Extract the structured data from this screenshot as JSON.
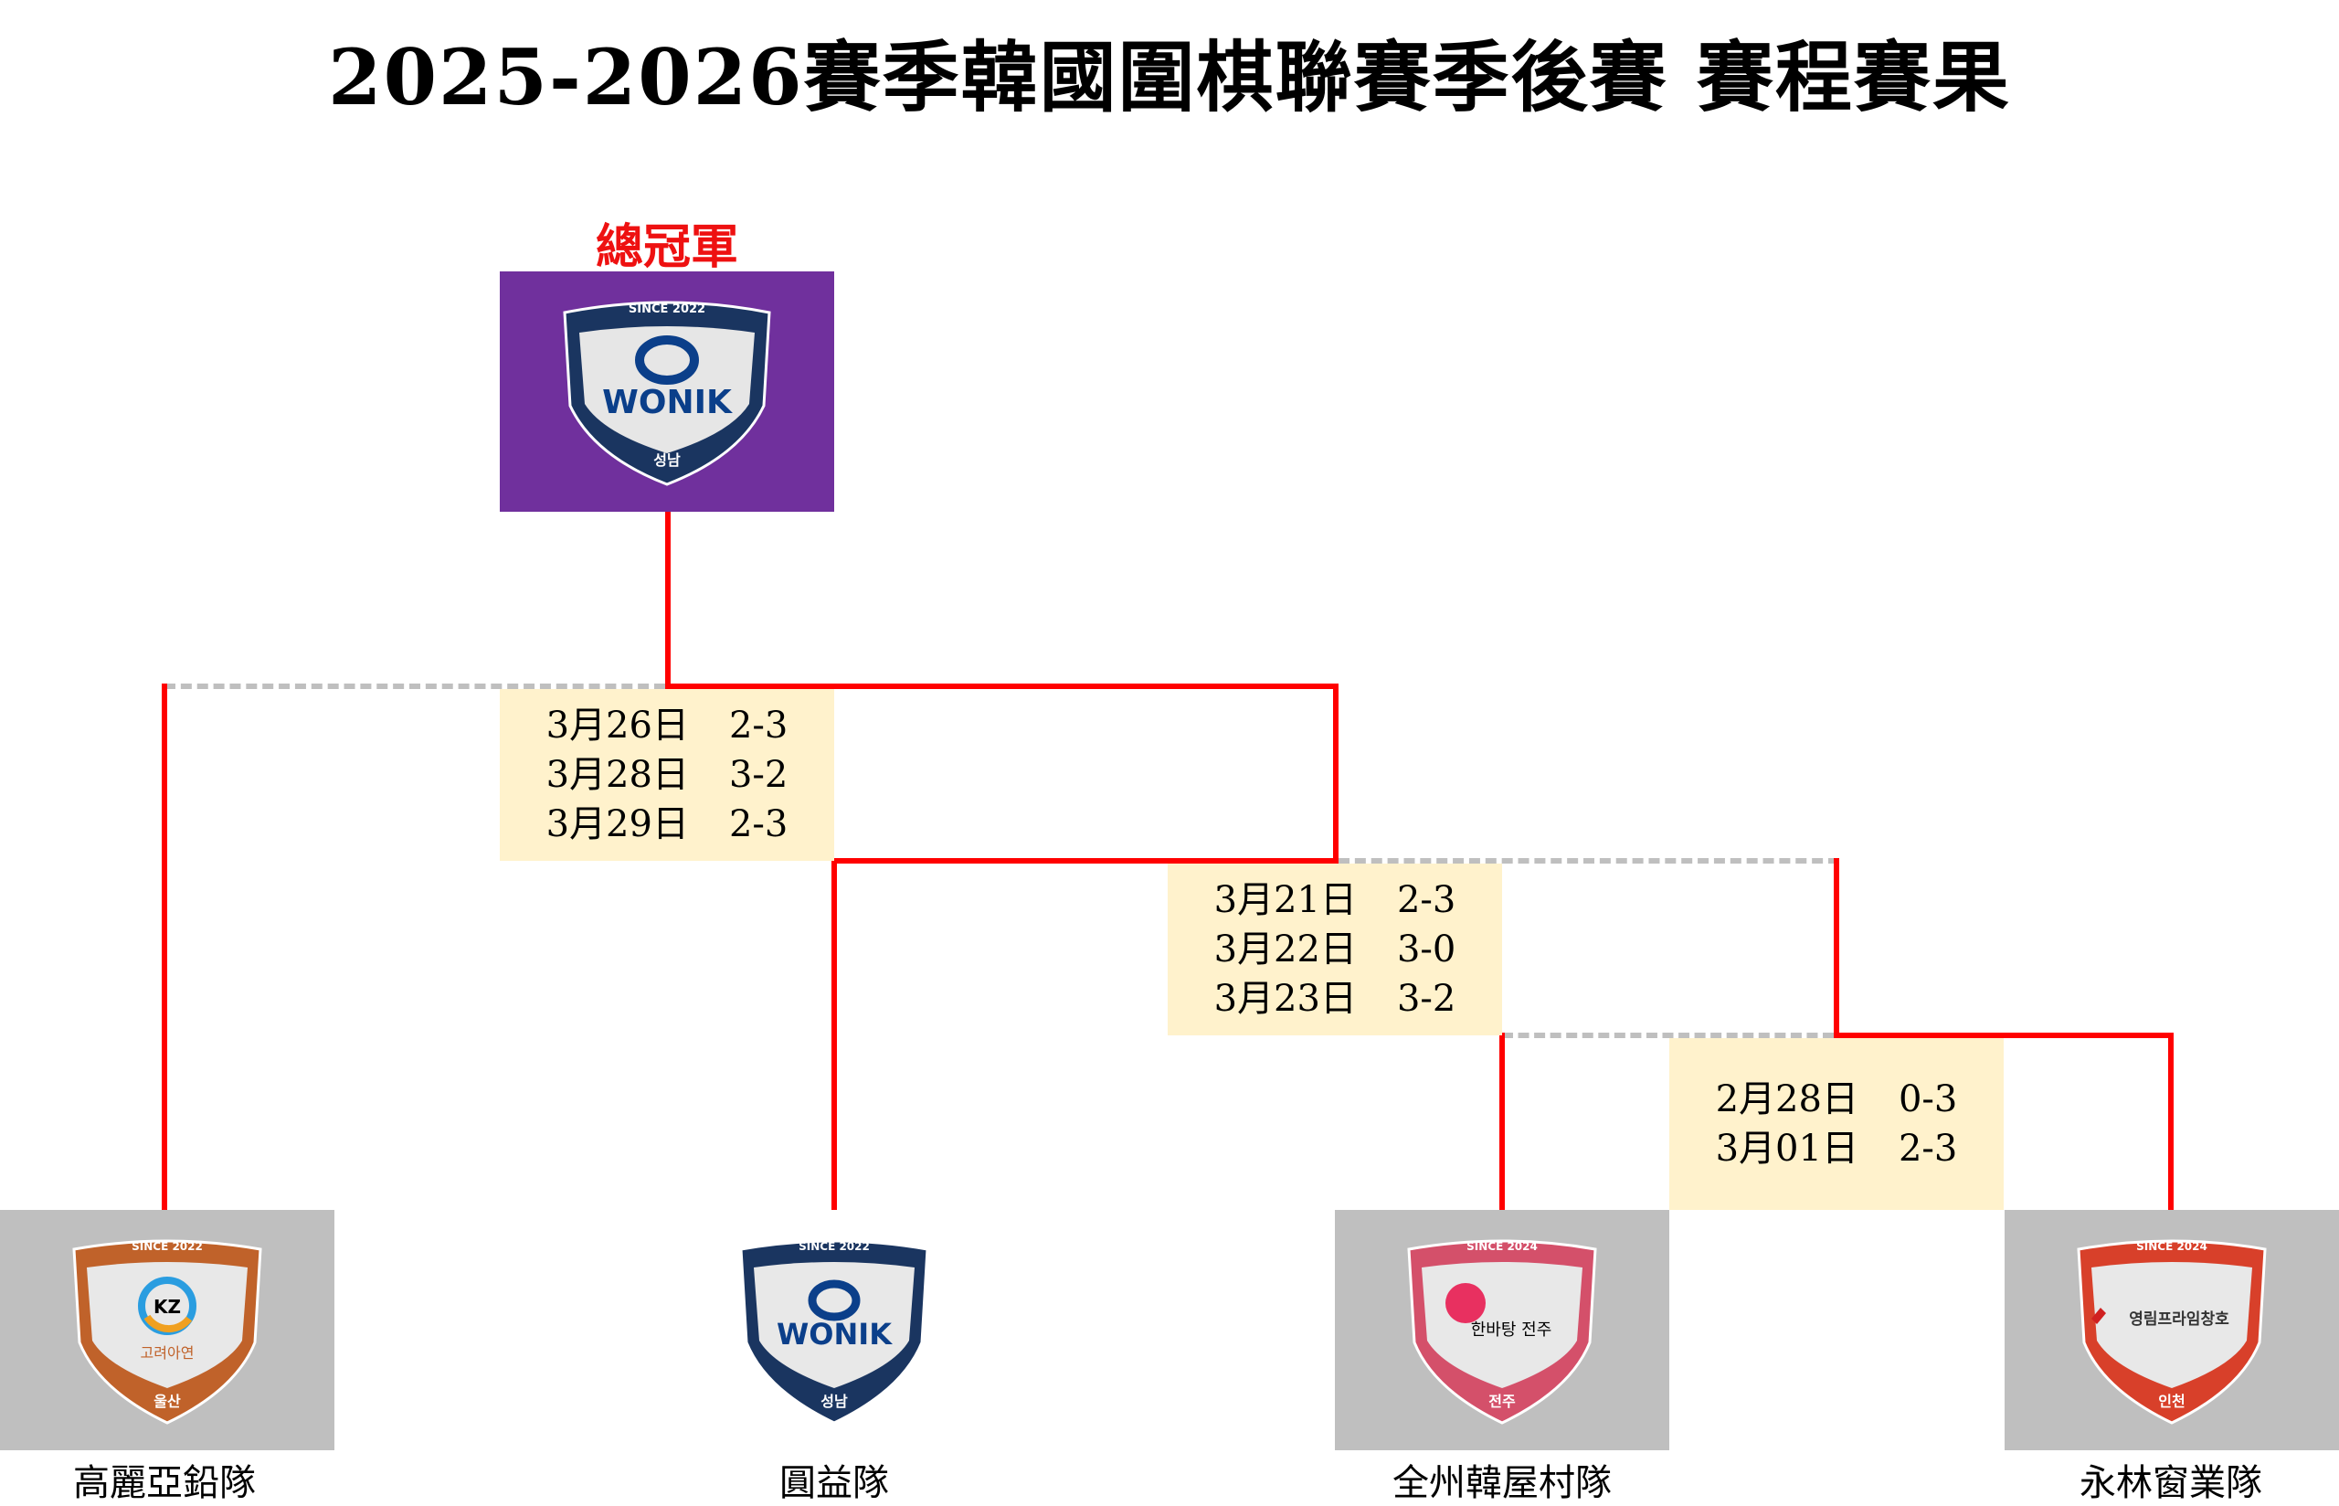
{
  "title": "2025-2026賽季韓國圍棋聯賽季後賽 賽程賽果",
  "champion": {
    "label": "總冠軍",
    "team_logo": {
      "since": "SINCE 2022",
      "name": "WONIK",
      "city": "성남"
    }
  },
  "series": [
    {
      "round": "final",
      "games": [
        {
          "date": "3月26日",
          "score": "2-3"
        },
        {
          "date": "3月28日",
          "score": "3-2"
        },
        {
          "date": "3月29日",
          "score": "2-3"
        }
      ]
    },
    {
      "round": "semifinal",
      "games": [
        {
          "date": "3月21日",
          "score": "2-3"
        },
        {
          "date": "3月22日",
          "score": "3-0"
        },
        {
          "date": "3月23日",
          "score": "3-2"
        }
      ]
    },
    {
      "round": "quarterfinal",
      "games": [
        {
          "date": "2月28日",
          "score": "0-3"
        },
        {
          "date": "3月01日",
          "score": "2-3"
        }
      ]
    }
  ],
  "teams": [
    {
      "name": "高麗亞鉛隊",
      "since": "SINCE 2022",
      "logo_text": "고려아연",
      "city": "울산",
      "mark": "KZ",
      "color": "#c0622a"
    },
    {
      "name": "圓益隊",
      "since": "SINCE 2022",
      "logo_text": "WONIK",
      "city": "성남",
      "mark": "O",
      "color": "#1a3560"
    },
    {
      "name": "全州韓屋村隊",
      "since": "SINCE 2024",
      "logo_text": "한바탕 전주",
      "city": "전주",
      "mark": "flower",
      "color": "#d4506a"
    },
    {
      "name": "永林窗業隊",
      "since": "SINCE 2024",
      "logo_text": "영림프라임창호",
      "city": "인천",
      "mark": "arrow",
      "color": "#d8402a"
    }
  ],
  "colors": {
    "winner_line": "#ff0000",
    "loser_line": "#bfbfbf",
    "score_bg": "#fff2cc",
    "champion_bg": "#70309d",
    "team_bg": "#bfbfbf"
  }
}
